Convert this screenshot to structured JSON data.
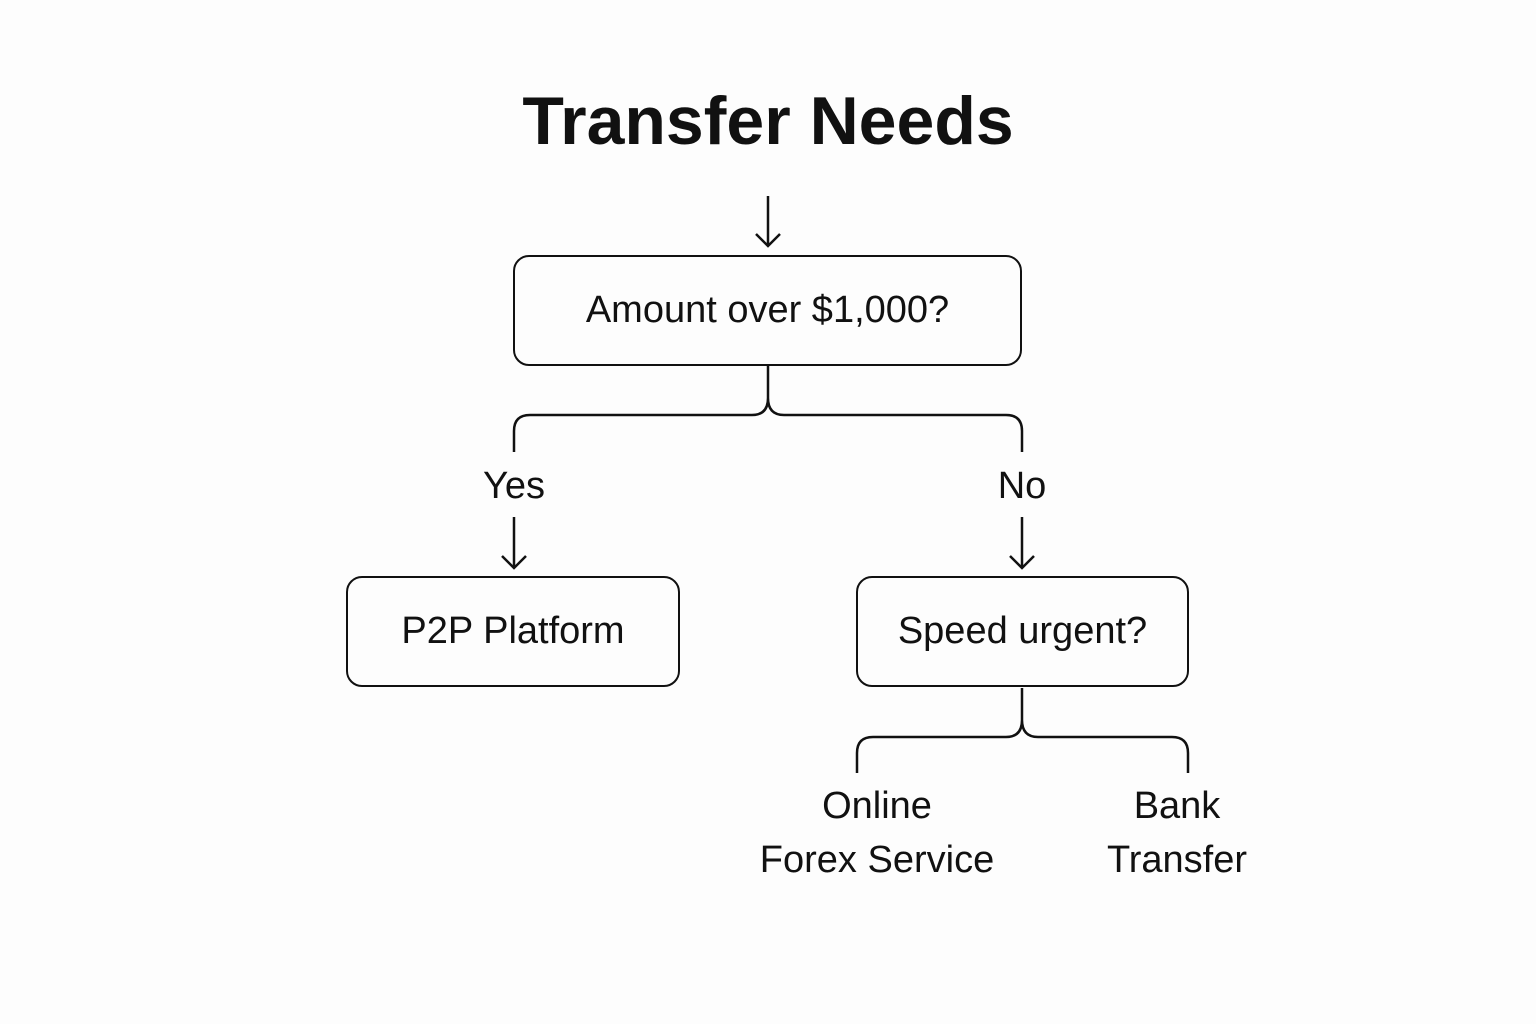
{
  "title": "Transfer Needs",
  "nodes": {
    "amount": "Amount over $1,000?",
    "p2p": "P2P Platform",
    "speed": "Speed urgent?",
    "online_line1": "Online",
    "online_line2": "Forex Service",
    "bank_line1": "Bank",
    "bank_line2": "Transfer"
  },
  "edges": {
    "yes": "Yes",
    "no": "No"
  }
}
